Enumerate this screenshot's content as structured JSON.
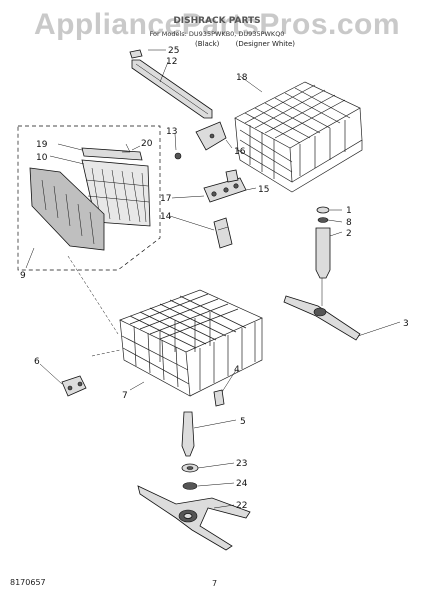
{
  "header": {
    "watermark": "AppliancePartsPros.com",
    "title": "DISHRACK PARTS",
    "subtitle": "For Models: DU935PWKB0, DU935PWKQ0",
    "variants": [
      "(Black)",
      "(Designer White)"
    ]
  },
  "callouts": {
    "c1": "1",
    "c2": "2",
    "c3": "3",
    "c4": "4",
    "c5": "5",
    "c6": "6",
    "c7": "7",
    "c8": "8",
    "c9": "9",
    "c10": "10",
    "c12": "12",
    "c13": "13",
    "c14": "14",
    "c15": "15",
    "c16": "16",
    "c17": "17",
    "c18": "18",
    "c19": "19",
    "c20": "20",
    "c22": "22",
    "c23": "23",
    "c24": "24",
    "c25": "25"
  },
  "footer": {
    "doc_number": "8170657",
    "page_number": "7"
  }
}
